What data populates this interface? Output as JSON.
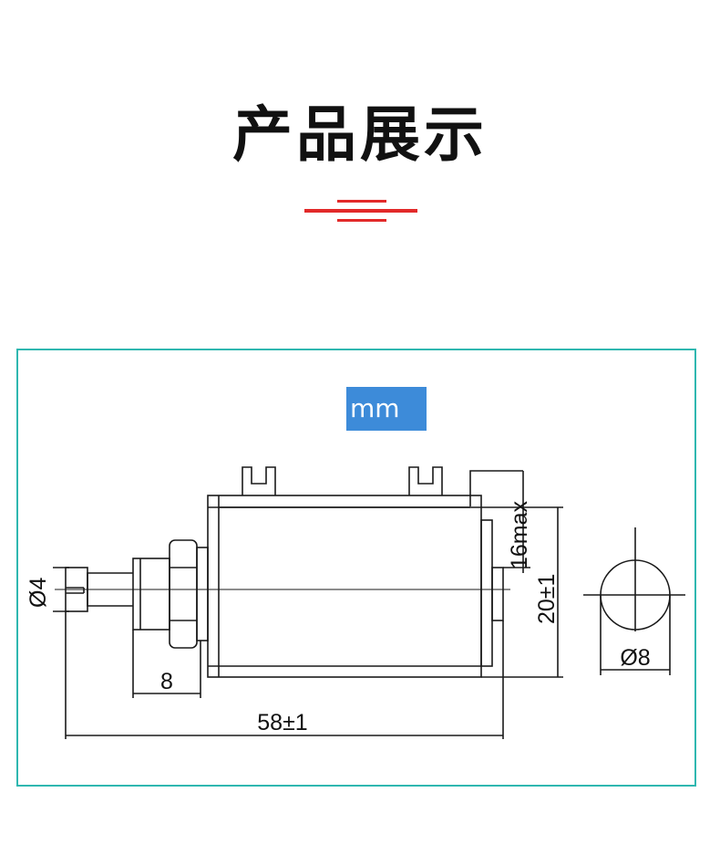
{
  "header": {
    "title": "产品展示"
  },
  "decoration": {
    "accent_red": "#e22a2a",
    "frame_color": "#2fb7b0"
  },
  "drawing": {
    "unit": "mm",
    "unit_badge_color": "#3d8bd9",
    "dimensions": {
      "shaft_diameter": "Ø4",
      "bushing_length": "8",
      "overall_length": "58±1",
      "body_width": "16max",
      "body_height": "20±1",
      "end_diameter": "Ø8"
    }
  }
}
